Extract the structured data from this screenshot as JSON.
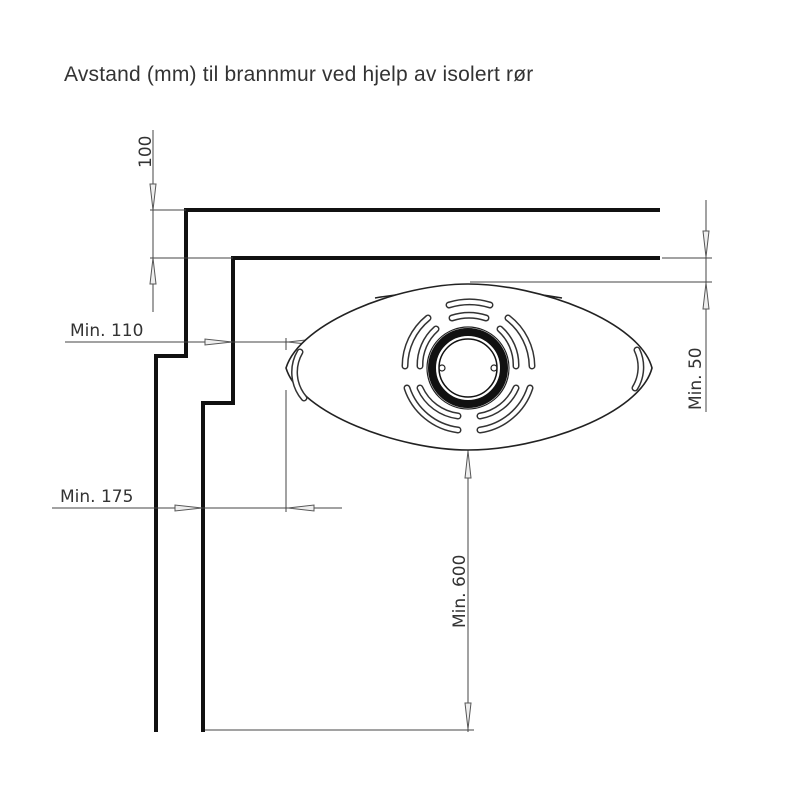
{
  "title": "Avstand (mm) til brannmur ved hjelp av isolert rør",
  "dimensions": {
    "top": "100",
    "side_upper": "Min. 110",
    "side_lower": "Min. 175",
    "rear": "Min. 50",
    "front": "Min. 600"
  }
}
